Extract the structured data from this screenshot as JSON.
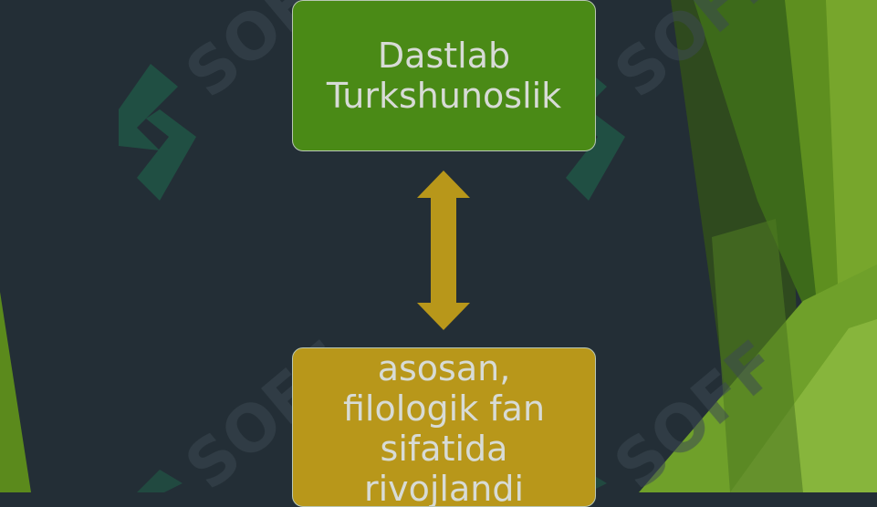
{
  "diagram": {
    "top_box": {
      "lines": [
        "Dastlab",
        "Turkshunoslik"
      ]
    },
    "bottom_box": {
      "lines": [
        "asosan,",
        "filologik fan",
        "sifatida",
        "rivojlandi"
      ]
    }
  },
  "watermark": {
    "text": "SOFF"
  },
  "colors": {
    "background": "#232e36",
    "top_box": "#4a8a16",
    "bottom_box": "#b8971a",
    "arrow": "#b8971a",
    "accent_green": "#6b9a23"
  }
}
